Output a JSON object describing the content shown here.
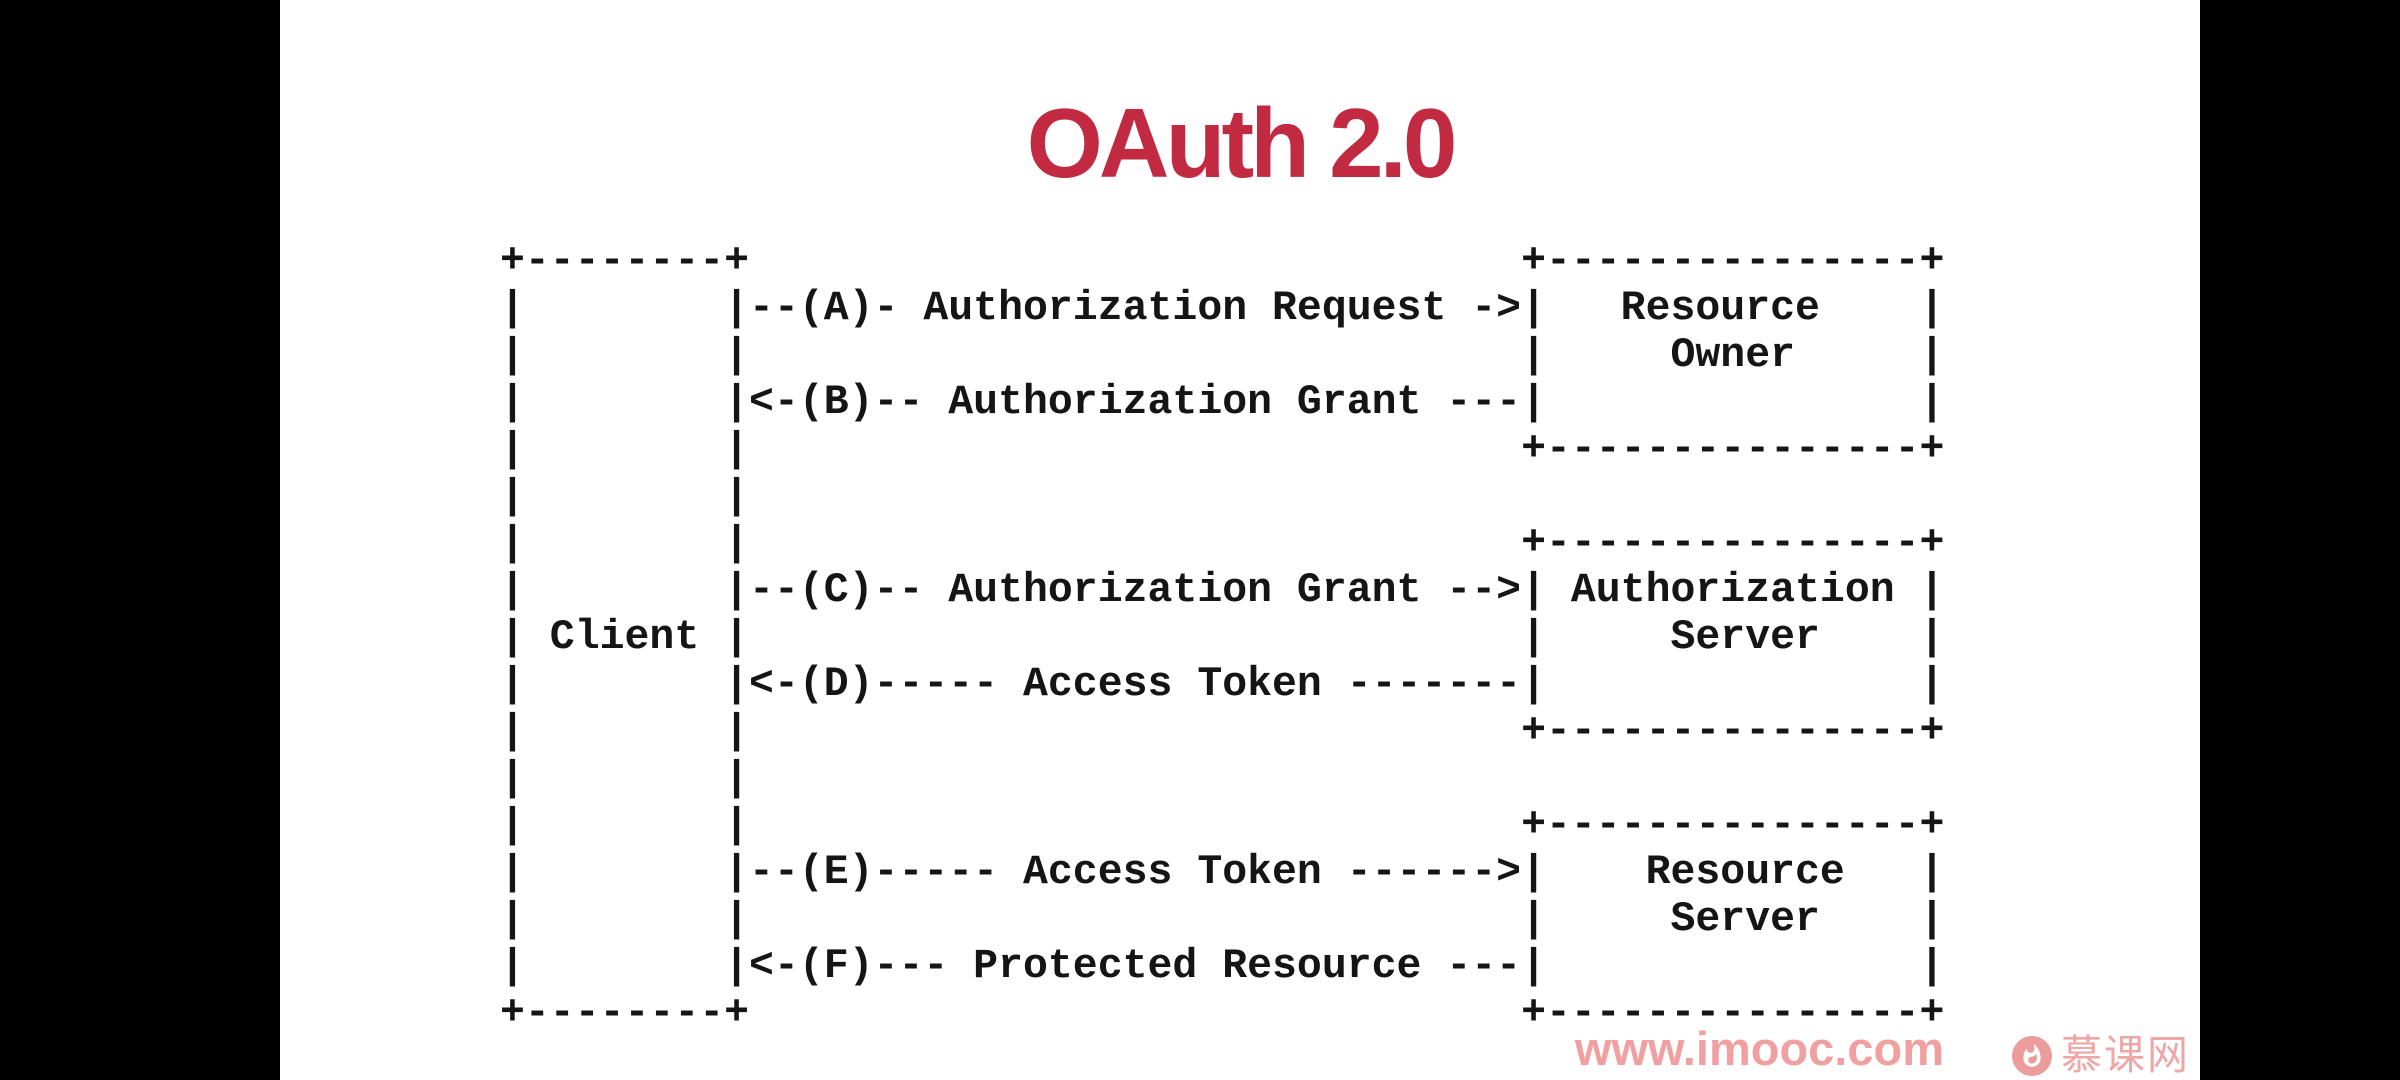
{
  "slide": {
    "title": "OAuth 2.0",
    "title_color": "#C22A42",
    "background_color": "#FFFFFF",
    "letterbox_color": "#000000"
  },
  "diagram": {
    "text_color": "#151515",
    "ascii": "+--------+                               +---------------+\n|        |--(A)- Authorization Request ->|   Resource    |\n|        |                               |     Owner     |\n|        |<-(B)-- Authorization Grant ---|               |\n|        |                               +---------------+\n|        |\n|        |                               +---------------+\n|        |--(C)-- Authorization Grant -->| Authorization |\n| Client |                               |     Server    |\n|        |<-(D)----- Access Token -------|               |\n|        |                               +---------------+\n|        |\n|        |                               +---------------+\n|        |--(E)----- Access Token ------>|    Resource   |\n|        |                               |     Server    |\n|        |<-(F)--- Protected Resource ---|               |\n+--------+                               +---------------+",
    "entities": [
      "Client",
      "Resource Owner",
      "Authorization Server",
      "Resource Server"
    ],
    "steps": [
      {
        "id": "A",
        "from": "Client",
        "to": "Resource Owner",
        "label": "Authorization Request"
      },
      {
        "id": "B",
        "from": "Resource Owner",
        "to": "Client",
        "label": "Authorization Grant"
      },
      {
        "id": "C",
        "from": "Client",
        "to": "Authorization Server",
        "label": "Authorization Grant"
      },
      {
        "id": "D",
        "from": "Authorization Server",
        "to": "Client",
        "label": "Access Token"
      },
      {
        "id": "E",
        "from": "Client",
        "to": "Resource Server",
        "label": "Access Token"
      },
      {
        "id": "F",
        "from": "Resource Server",
        "to": "Client",
        "label": "Protected Resource"
      }
    ]
  },
  "watermark": {
    "url": "www.imooc.com",
    "brand": "慕课网",
    "url_color": "#F0A0A0",
    "brand_color": "#EFA6A6",
    "icon": "flame-in-circle-icon"
  }
}
